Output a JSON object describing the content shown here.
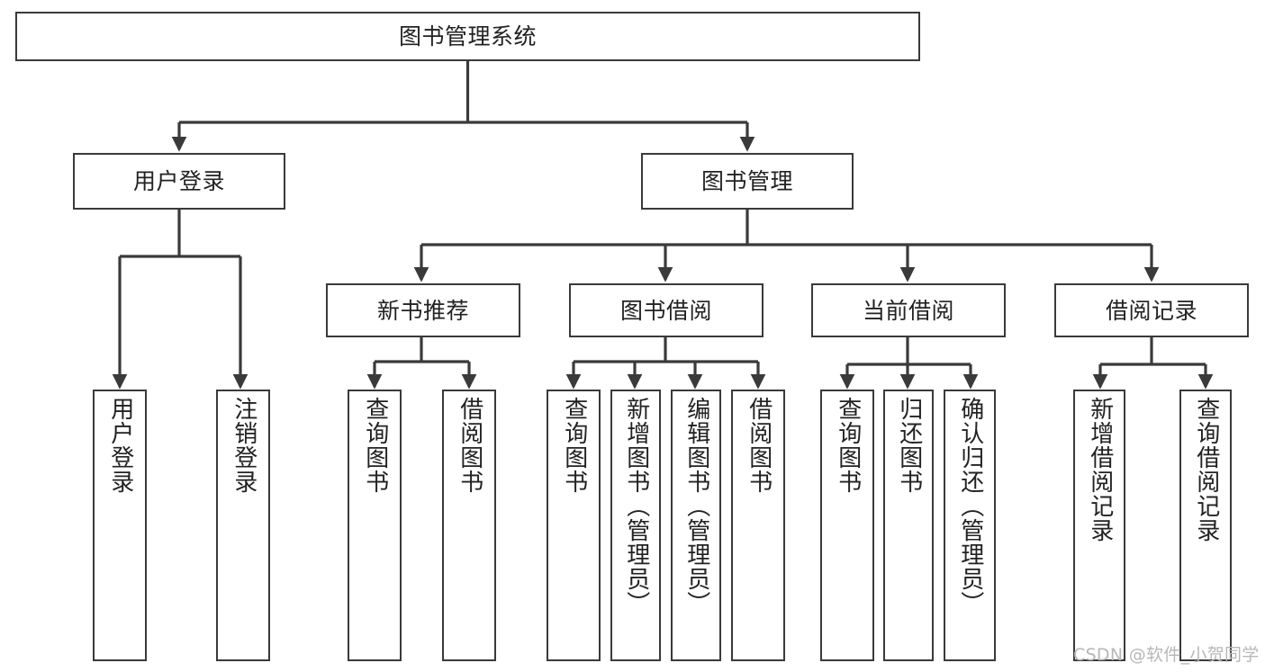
{
  "diagram": {
    "kind": "tree-hierarchy-chart",
    "title": "图书管理系统",
    "line_color": "#3a3a3a",
    "box_fill": "#ffffff",
    "text_color": "#222222"
  },
  "nodes": {
    "root": {
      "label": "图书管理系统"
    },
    "level2": [
      {
        "id": "user-login",
        "label": "用户登录"
      },
      {
        "id": "book-manage",
        "label": "图书管理"
      }
    ],
    "level3": [
      {
        "id": "new-book-recommend",
        "label": "新书推荐"
      },
      {
        "id": "book-borrow",
        "label": "图书借阅"
      },
      {
        "id": "current-borrow",
        "label": "当前借阅"
      },
      {
        "id": "borrow-record",
        "label": "借阅记录"
      }
    ],
    "leaves": {
      "user_login": [
        {
          "id": "leaf-user-login",
          "label": "用户登录"
        },
        {
          "id": "leaf-logout-login",
          "label": "注销登录"
        }
      ],
      "new_book_recommend": [
        {
          "id": "leaf-query-book-1",
          "label": "查询图书"
        },
        {
          "id": "leaf-borrow-book-1",
          "label": "借阅图书"
        }
      ],
      "book_borrow": [
        {
          "id": "leaf-query-book-2",
          "label": "查询图书"
        },
        {
          "id": "leaf-add-book",
          "label": "新增图书（管理员）"
        },
        {
          "id": "leaf-edit-book",
          "label": "编辑图书（管理员）"
        },
        {
          "id": "leaf-borrow-book-2",
          "label": "借阅图书"
        }
      ],
      "current_borrow": [
        {
          "id": "leaf-query-book-3",
          "label": "查询图书"
        },
        {
          "id": "leaf-return-book",
          "label": "归还图书"
        },
        {
          "id": "leaf-confirm-return",
          "label": "确认归还（管理员）"
        }
      ],
      "borrow_record": [
        {
          "id": "leaf-add-record",
          "label": "新增借阅记录"
        },
        {
          "id": "leaf-query-record",
          "label": "查询借阅记录"
        }
      ]
    }
  },
  "watermark": {
    "text": "CSDN @软件_小贺同学"
  }
}
